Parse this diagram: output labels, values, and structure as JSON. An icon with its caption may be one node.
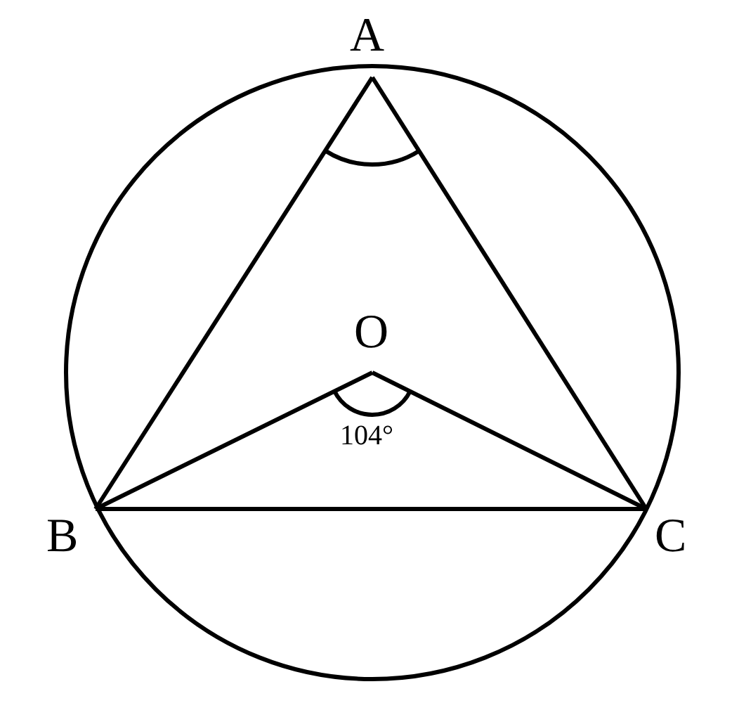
{
  "diagram": {
    "nodes": [
      {
        "text": [
          "A"
        ]
      },
      {
        "text": [
          "O"
        ]
      },
      {
        "text": [
          "B"
        ]
      },
      {
        "text": [
          "C"
        ]
      }
    ],
    "edges": [
      {
        "from": 0,
        "to": 2,
        "arrow": "none"
      },
      {
        "from": 0,
        "to": 3,
        "arrow": "none"
      },
      {
        "from": 2,
        "to": 3,
        "arrow": "none"
      },
      {
        "from": 1,
        "to": 2,
        "arrow": "none"
      },
      {
        "from": 1,
        "to": 3,
        "arrow": "none"
      }
    ],
    "labels": [
      "104°"
    ]
  }
}
